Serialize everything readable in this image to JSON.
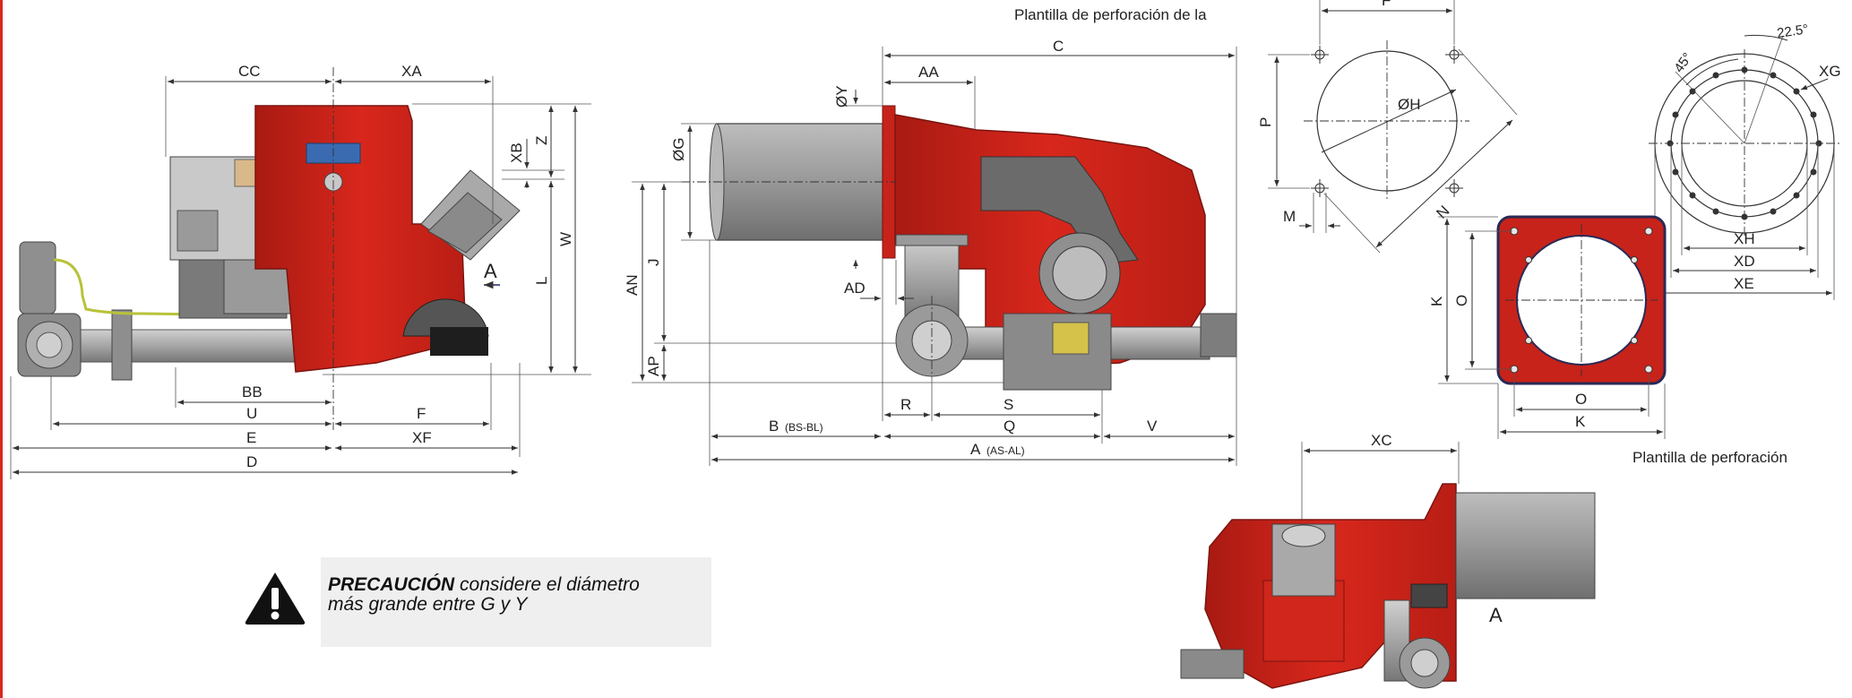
{
  "titles": {
    "flange_drilling": "Plantilla de perforación de la",
    "drilling_template": "Plantilla de perforación"
  },
  "caution": {
    "heading": "PRECAUCIÓN",
    "text_line1": "considere el diámetro",
    "text_line2": "más grande entre G y Y"
  },
  "views": {
    "view_marker": "A"
  },
  "dimensions": {
    "front": {
      "CC": "CC",
      "XA": "XA",
      "XB": "XB",
      "Z": "Z",
      "W": "W",
      "L": "L",
      "BB": "BB",
      "U": "U",
      "F": "F",
      "E": "E",
      "XF": "XF",
      "D": "D"
    },
    "side": {
      "C": "C",
      "AA": "AA",
      "Y": "ØY",
      "G": "ØG",
      "AN": "AN",
      "J": "J",
      "AD": "AD",
      "AP": "AP",
      "R": "R",
      "S": "S",
      "Q": "Q",
      "V": "V",
      "B": "B",
      "B_sub": "(BS-BL)",
      "A": "A",
      "A_sub": "(AS-AL)"
    },
    "flange": {
      "F": "F",
      "P": "P",
      "H": "ØH",
      "M": "M",
      "N": "N"
    },
    "ring": {
      "angle1": "45°",
      "angle2": "22.5°",
      "XG": "XG",
      "XH": "XH",
      "XD": "XD",
      "XE": "XE"
    },
    "square": {
      "K": "K",
      "O": "O"
    },
    "top": {
      "XC": "XC"
    }
  },
  "colors": {
    "burner_red": "#d8271c",
    "burner_dark_red": "#a81a12",
    "tube_gray": "#9a9a9a",
    "dim_line": "#333333",
    "caution_bg": "#efefef"
  }
}
